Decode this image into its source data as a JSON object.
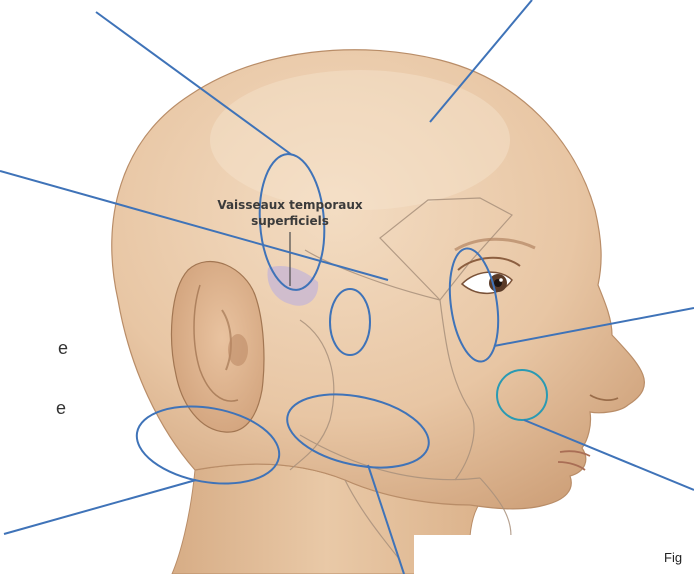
{
  "diagram": {
    "label_vessels_line1": "Vaisseaux temporaux",
    "label_vessels_line2": "superficiels",
    "left_fragment_1": "e",
    "left_fragment_2": "e",
    "caption_fragment": "Fig"
  },
  "colors": {
    "skin_light": "#efd3b6",
    "skin_mid": "#e2bd98",
    "skin_shadow": "#c99b74",
    "annotation_blue": "#3f73b8",
    "annotation_cyan": "#2a9ab3",
    "region_line": "#a9917c",
    "vessel_purple": "#c5b6d6"
  }
}
